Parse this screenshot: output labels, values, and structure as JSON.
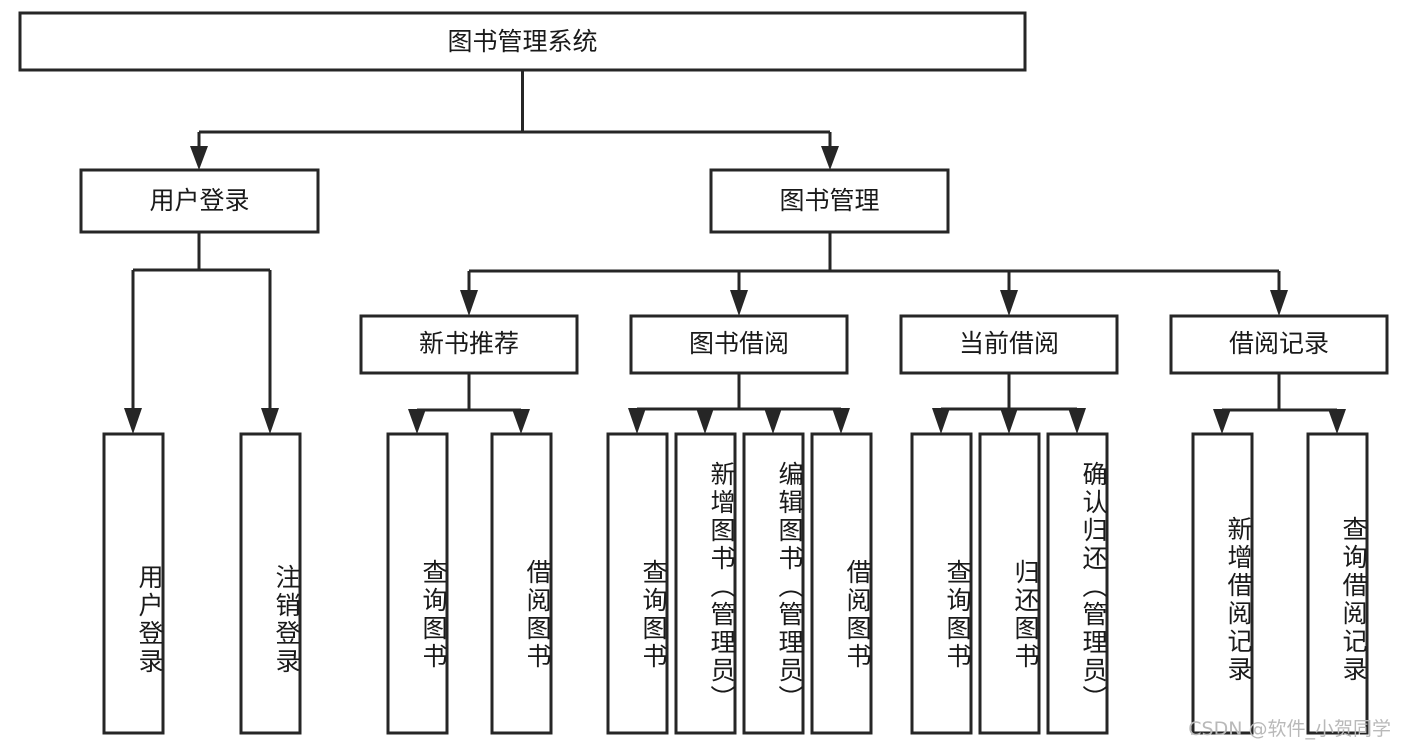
{
  "diagram": {
    "type": "tree-hierarchy",
    "title": "图书管理系统",
    "watermark": "CSDN @软件_小贺同学",
    "colors": {
      "stroke": "#262626",
      "fill": "#ffffff",
      "text": "#1a1a1a",
      "watermark": "#b9b9b9"
    },
    "levels": {
      "root": {
        "label": "图书管理系统"
      },
      "level2": [
        {
          "label": "用户登录"
        },
        {
          "label": "图书管理"
        }
      ],
      "level3": [
        {
          "label": "新书推荐"
        },
        {
          "label": "图书借阅"
        },
        {
          "label": "当前借阅"
        },
        {
          "label": "借阅记录"
        }
      ],
      "leaves": [
        {
          "label": "用户登录",
          "parent": "用户登录"
        },
        {
          "label": "注销登录",
          "parent": "用户登录"
        },
        {
          "label": "查询图书",
          "parent": "新书推荐"
        },
        {
          "label": "借阅图书",
          "parent": "新书推荐"
        },
        {
          "label": "查询图书",
          "parent": "图书借阅"
        },
        {
          "label": "新增图书（管理员）",
          "parent": "图书借阅"
        },
        {
          "label": "编辑图书（管理员）",
          "parent": "图书借阅"
        },
        {
          "label": "借阅图书",
          "parent": "图书借阅"
        },
        {
          "label": "查询图书",
          "parent": "当前借阅"
        },
        {
          "label": "归还图书",
          "parent": "当前借阅"
        },
        {
          "label": "确认归还（管理员）",
          "parent": "当前借阅"
        },
        {
          "label": "新增借阅记录",
          "parent": "借阅记录"
        },
        {
          "label": "查询借阅记录",
          "parent": "借阅记录"
        }
      ]
    }
  }
}
